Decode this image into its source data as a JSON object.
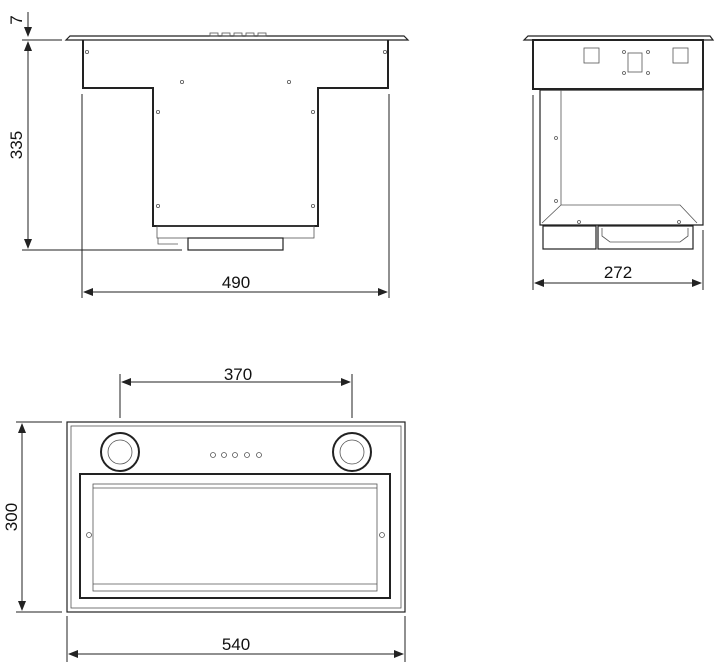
{
  "front_view": {
    "height_top_label": "7",
    "height_label": "335",
    "width_label": "490"
  },
  "side_view": {
    "depth_label": "272"
  },
  "bottom_view": {
    "duct_spacing_label": "370",
    "depth_label": "300",
    "width_label": "540"
  },
  "colors": {
    "line": "#222222",
    "background": "#ffffff"
  }
}
